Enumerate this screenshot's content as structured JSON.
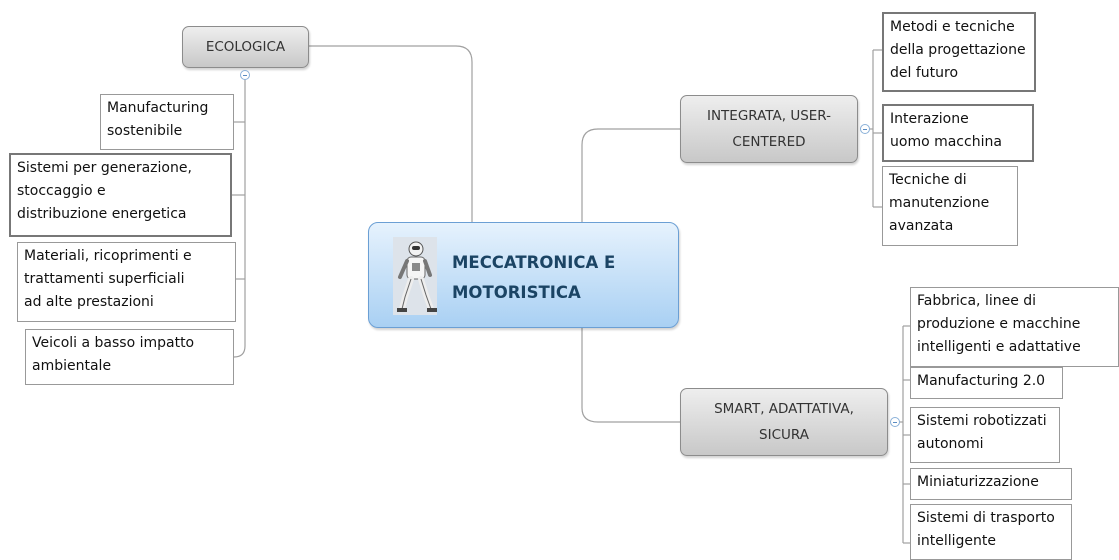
{
  "central": {
    "line1": "MECCATRONICA E",
    "line2": "MOTORISTICA",
    "image": "robot-icon"
  },
  "branches": {
    "ecologica": {
      "label": "ECOLOGICA",
      "items": [
        [
          "Manufacturing",
          "sostenibile"
        ],
        [
          "Sistemi per generazione,",
          "stoccaggio e",
          "distribuzione energetica"
        ],
        [
          "Materiali,  ricoprimenti e",
          "trattamenti superficiali",
          "ad alte prestazioni"
        ],
        [
          "Veicoli a basso impatto",
          "ambientale"
        ]
      ]
    },
    "integrata": {
      "label": [
        "INTEGRATA, USER-",
        "CENTERED"
      ],
      "items": [
        [
          "Metodi e tecniche",
          "della progettazione",
          "del futuro"
        ],
        [
          "Interazione",
          "uomo macchina"
        ],
        [
          "Tecniche di",
          "manutenzione",
          "avanzata"
        ]
      ]
    },
    "smart": {
      "label": [
        "SMART,  ADATTATIVA,",
        "SICURA"
      ],
      "items": [
        [
          "Fabbrica, linee di",
          "produzione e macchine",
          "intelligenti e adattative"
        ],
        [
          "Manufacturing 2.0"
        ],
        [
          "Sistemi robotizzati",
          "autonomi"
        ],
        [
          "Miniaturizzazione"
        ],
        [
          "Sistemi di trasporto",
          "intelligente"
        ]
      ]
    }
  }
}
